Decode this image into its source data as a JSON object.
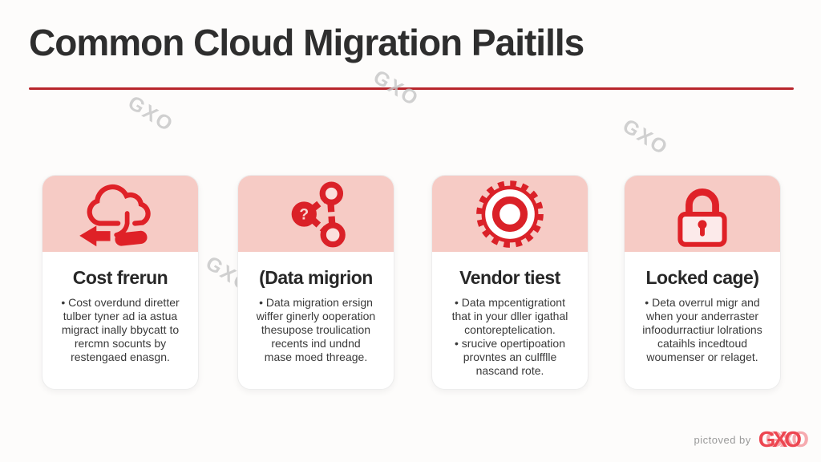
{
  "slide": {
    "title": "Common Cloud Migration Paitills",
    "watermark_text": "GXO",
    "footer": {
      "credit": "pictoved by",
      "logo": "GXO"
    }
  },
  "colors": {
    "accent_red": "#df2127",
    "divider_red": "#b8262c",
    "card_header_pink": "#f6cbc5",
    "lock_body_pink": "#fceaea",
    "watermark_gray": "#c6c6c6",
    "logo_red": "#ed4651",
    "title_charcoal": "#2e2e2e"
  },
  "cards": [
    {
      "icon": "cloud-migration-icon",
      "title": "Cost frerun",
      "body": "• Cost overdund diretter\ntulber tyner ad ia astua\nmigract inally bbycatt to\nrercmn socunts by\nrestengaed enasgn."
    },
    {
      "icon": "network-nodes-icon",
      "icon_glyph": "?",
      "title": "(Data migrion",
      "body": "• Data migration ersign\nwiffer ginerly ooperation\nthesupose troulication\nrecents ind undnd\nmase moed threage."
    },
    {
      "icon": "gear-icon",
      "title": "Vendor tiest",
      "body": "• Data mpcentigrationt\nthat in your dller igathal\ncontoreptelication.\n• srucive opertipoation\nprovntes an culfflle\nnascand rote."
    },
    {
      "icon": "padlock-icon",
      "title": "Locked cage)",
      "body": "• Deta overrul migr and\nwhen your anderraster\ninfoodurractiur lolrations\ncataihls incedtoud\nwoumenser or relaget."
    }
  ]
}
